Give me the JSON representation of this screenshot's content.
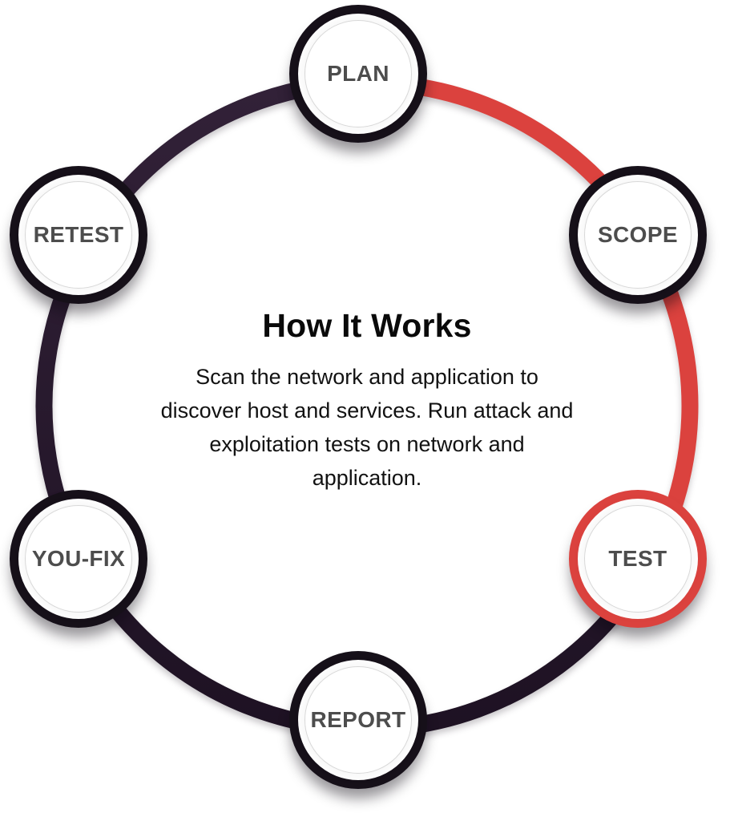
{
  "diagram": {
    "title": "How It Works",
    "description": "Scan the network and application to discover host and services. Run attack and exploitation tests on network and application.",
    "nodes": [
      {
        "label": "PLAN",
        "state": "default"
      },
      {
        "label": "SCOPE",
        "state": "default"
      },
      {
        "label": "TEST",
        "state": "active"
      },
      {
        "label": "REPORT",
        "state": "default"
      },
      {
        "label": "YOU-FIX",
        "state": "default"
      },
      {
        "label": "RETEST",
        "state": "default"
      }
    ],
    "colors": {
      "accent_red": "#db423e",
      "node_border_dark": "#161019",
      "ring_dark_top": "#332239",
      "ring_dark_bottom": "#1d1122",
      "node_fill": "#ffffff",
      "label_color": "#4d4d4d",
      "text_color": "#121212",
      "inner_circle": "#d8d8d8"
    }
  }
}
